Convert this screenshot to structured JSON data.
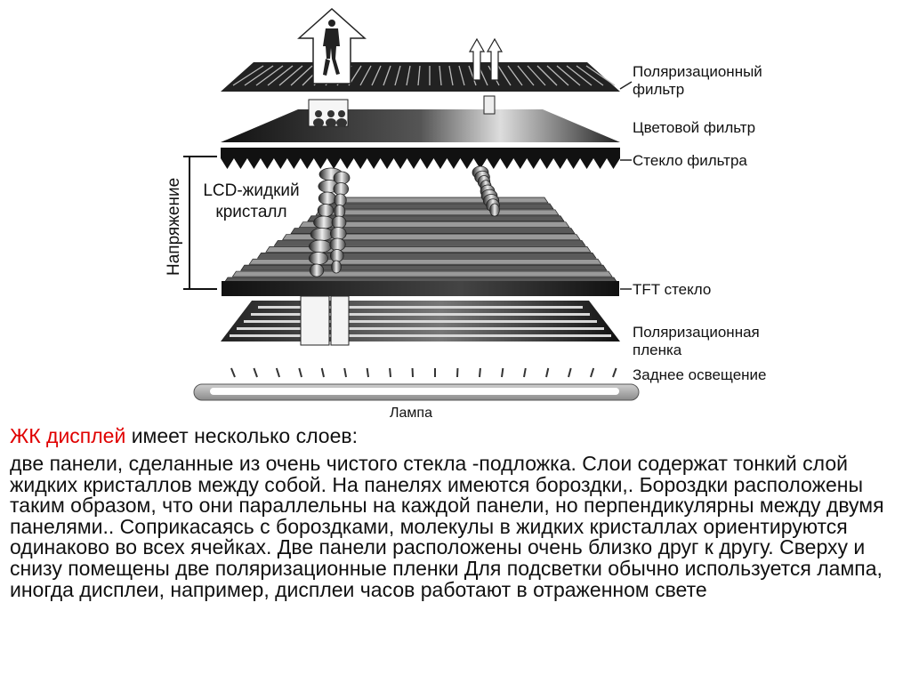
{
  "diagram": {
    "labels": {
      "polarizing_filter": "Поляризационный фильтр",
      "color_filter": "Цветовой фильтр",
      "filter_glass": "Стекло фильтра",
      "tft_glass": "TFT стекло",
      "polarizing_film": "Поляризационная пленка",
      "backlight": "Заднее освещение",
      "lamp": "Лампа",
      "lcd": "LCD-жидкий кристалл",
      "voltage": "Напряжение"
    }
  },
  "text": {
    "heading_highlight": "ЖК дисплей",
    "heading_rest": " имеет несколько слоев:",
    "body": "две панели, сделанные из очень чистого стекла -подложка. Слои содержат тонкий слой жидких кристаллов между собой. На панелях имеются бороздки,. Бороздки расположены таким образом, что они параллельны на каждой панели, но перпендикулярны между двумя панелями.. Соприкасаясь с бороздками, молекулы в жидких кристаллах ориентируются одинаково во всех ячейках. Две панели расположены очень близко друг к другу. Сверху и снизу помещены две поляризационные пленки Для подсветки обычно используется лампа, иногда дисплеи, например, дисплеи часов работают в отраженном свете"
  }
}
